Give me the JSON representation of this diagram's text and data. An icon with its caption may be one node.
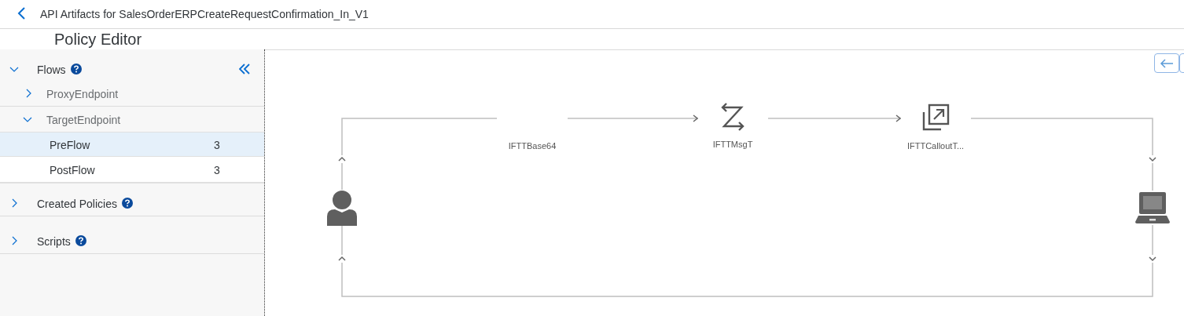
{
  "diagram": {
    "nodes": [
      {
        "text": [],
        "shape": "person"
      },
      {
        "text": [
          "IFTTBase64"
        ]
      },
      {
        "text": [
          "IFTTMsgT"
        ]
      },
      {
        "text": [
          "IFTTCalloutT..."
        ]
      },
      {
        "text": [],
        "shape": "laptop"
      }
    ],
    "edges": [
      {
        "from": 0,
        "to": 1,
        "arrow": "to"
      },
      {
        "from": 1,
        "to": 2,
        "arrow": "to"
      },
      {
        "from": 2,
        "to": 3,
        "arrow": "to"
      },
      {
        "from": 3,
        "to": 4,
        "arrow": "to"
      },
      {
        "from": 4,
        "to": 0,
        "arrow": "to"
      }
    ],
    "labels": [
      "API Artifacts for SalesOrderERPCreateRequestConfirmation_In_V1",
      "Policy Editor",
      "Flows",
      "ProxyEndpoint",
      "TargetEndpoint",
      "PreFlow",
      "3",
      "PostFlow",
      "3",
      "Created Policies",
      "Scripts"
    ]
  }
}
